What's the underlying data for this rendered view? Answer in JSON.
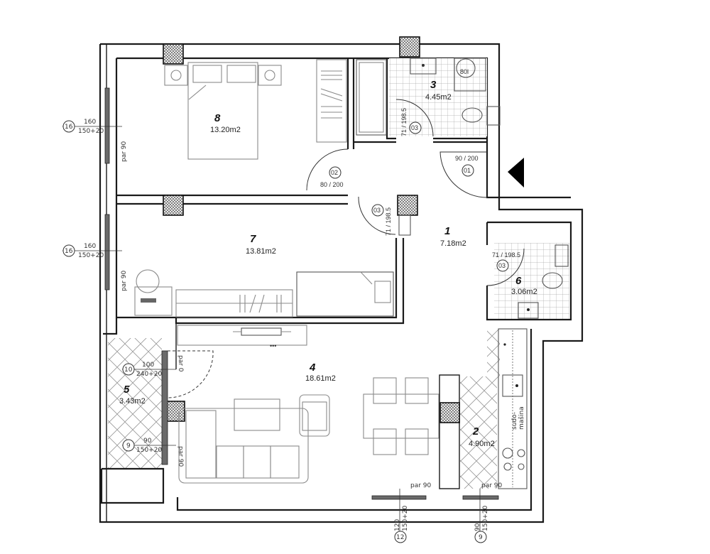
{
  "plan": {
    "entrance_marker": "entrance-arrow",
    "rooms": [
      {
        "id": "1",
        "number": "1",
        "area": "7.18m2"
      },
      {
        "id": "2",
        "number": "2",
        "area": "4.90m2"
      },
      {
        "id": "3",
        "number": "3",
        "area": "4.45m2"
      },
      {
        "id": "4",
        "number": "4",
        "area": "18.61m2"
      },
      {
        "id": "5",
        "number": "5",
        "area": "3.43m2"
      },
      {
        "id": "6",
        "number": "6",
        "area": "3.06m2"
      },
      {
        "id": "7",
        "number": "7",
        "area": "13.81m2"
      },
      {
        "id": "8",
        "number": "8",
        "area": "13.20m2"
      }
    ],
    "doors": [
      {
        "tag": "01",
        "size": "90 / 200"
      },
      {
        "tag": "02",
        "size": "80 / 200"
      },
      {
        "tag": "03",
        "size": "71 / 198.5"
      },
      {
        "tag": "03",
        "size": "71 / 198.5"
      },
      {
        "tag": "03",
        "size": "71 / 198.5"
      }
    ],
    "windows": [
      {
        "tag": "16",
        "width": "160",
        "height": "150+20",
        "sill": "par 90"
      },
      {
        "tag": "16",
        "width": "160",
        "height": "150+20",
        "sill": "par 90"
      },
      {
        "tag": "10",
        "width": "100",
        "height": "240+20",
        "sill": "par 0"
      },
      {
        "tag": "9",
        "width": "90",
        "height": "150+20",
        "sill": "par 90"
      },
      {
        "tag": "12",
        "width": "120",
        "height": "150+20",
        "sill": "par 90"
      },
      {
        "tag": "9",
        "width": "90",
        "height": "150+20",
        "sill": "par 90"
      }
    ],
    "appliances": {
      "boiler": "80l",
      "dishwasher_line1": "sudo-",
      "dishwasher_line2": "mašina"
    }
  }
}
